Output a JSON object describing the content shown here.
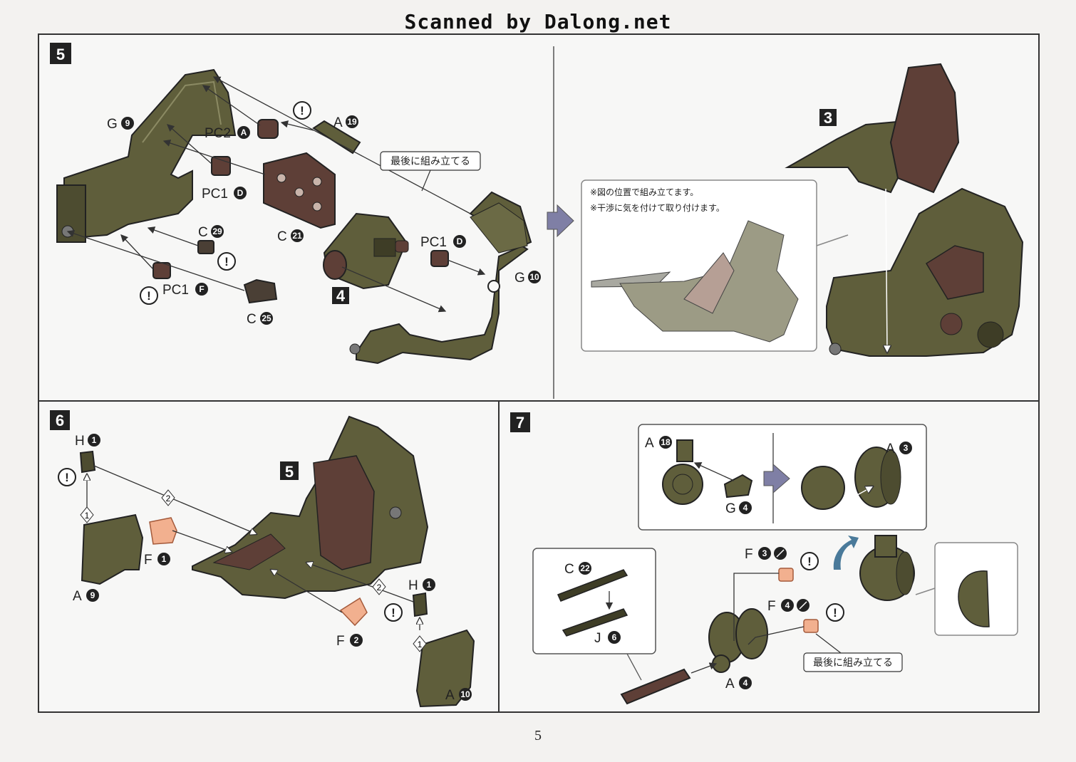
{
  "header": {
    "scan_credit": "Scanned by Dalong.net"
  },
  "page_number": "5",
  "steps": {
    "s5": {
      "number": "5",
      "callout": "最後に組み立てる",
      "note_lines": [
        "※図の位置で組み立てます。",
        "※干渉に気を付けて取り付けます。"
      ],
      "sub_ref_4": "4",
      "sub_ref_3": "3",
      "parts": {
        "g9": {
          "letter": "G",
          "num": "9"
        },
        "pc2a": {
          "letter": "PC2",
          "num": "A"
        },
        "a19": {
          "letter": "A",
          "num": "19"
        },
        "pc1d_top": {
          "letter": "PC1",
          "num": "D"
        },
        "c21": {
          "letter": "C",
          "num": "21"
        },
        "c29": {
          "letter": "C",
          "num": "29"
        },
        "pc1f": {
          "letter": "PC1",
          "num": "F"
        },
        "c25": {
          "letter": "C",
          "num": "25"
        },
        "pc1d_right": {
          "letter": "PC1",
          "num": "D"
        },
        "g10": {
          "letter": "G",
          "num": "10"
        }
      }
    },
    "s6": {
      "number": "6",
      "sub_ref_5": "5",
      "order_1": "1",
      "order_2": "2",
      "parts": {
        "h1_left": {
          "letter": "H",
          "num": "1"
        },
        "f1": {
          "letter": "F",
          "num": "1"
        },
        "a9": {
          "letter": "A",
          "num": "9"
        },
        "h1_right": {
          "letter": "H",
          "num": "1"
        },
        "f2": {
          "letter": "F",
          "num": "2"
        },
        "a10": {
          "letter": "A",
          "num": "10"
        }
      }
    },
    "s7": {
      "number": "7",
      "callout": "最後に組み立てる",
      "parts": {
        "a18": {
          "letter": "A",
          "num": "18"
        },
        "g4": {
          "letter": "G",
          "num": "4"
        },
        "a3": {
          "letter": "A",
          "num": "3"
        },
        "c22": {
          "letter": "C",
          "num": "22"
        },
        "j6": {
          "letter": "J",
          "num": "6"
        },
        "f3": {
          "letter": "F",
          "num": "3"
        },
        "f4": {
          "letter": "F",
          "num": "4"
        },
        "a4": {
          "letter": "A",
          "num": "4"
        }
      }
    }
  },
  "colors": {
    "olive": "#5f5e3b",
    "olive_dark": "#3e3d26",
    "brown": "#5e3f37",
    "peach": "#f2b08f",
    "arrow_step": "#7f7fa5"
  }
}
